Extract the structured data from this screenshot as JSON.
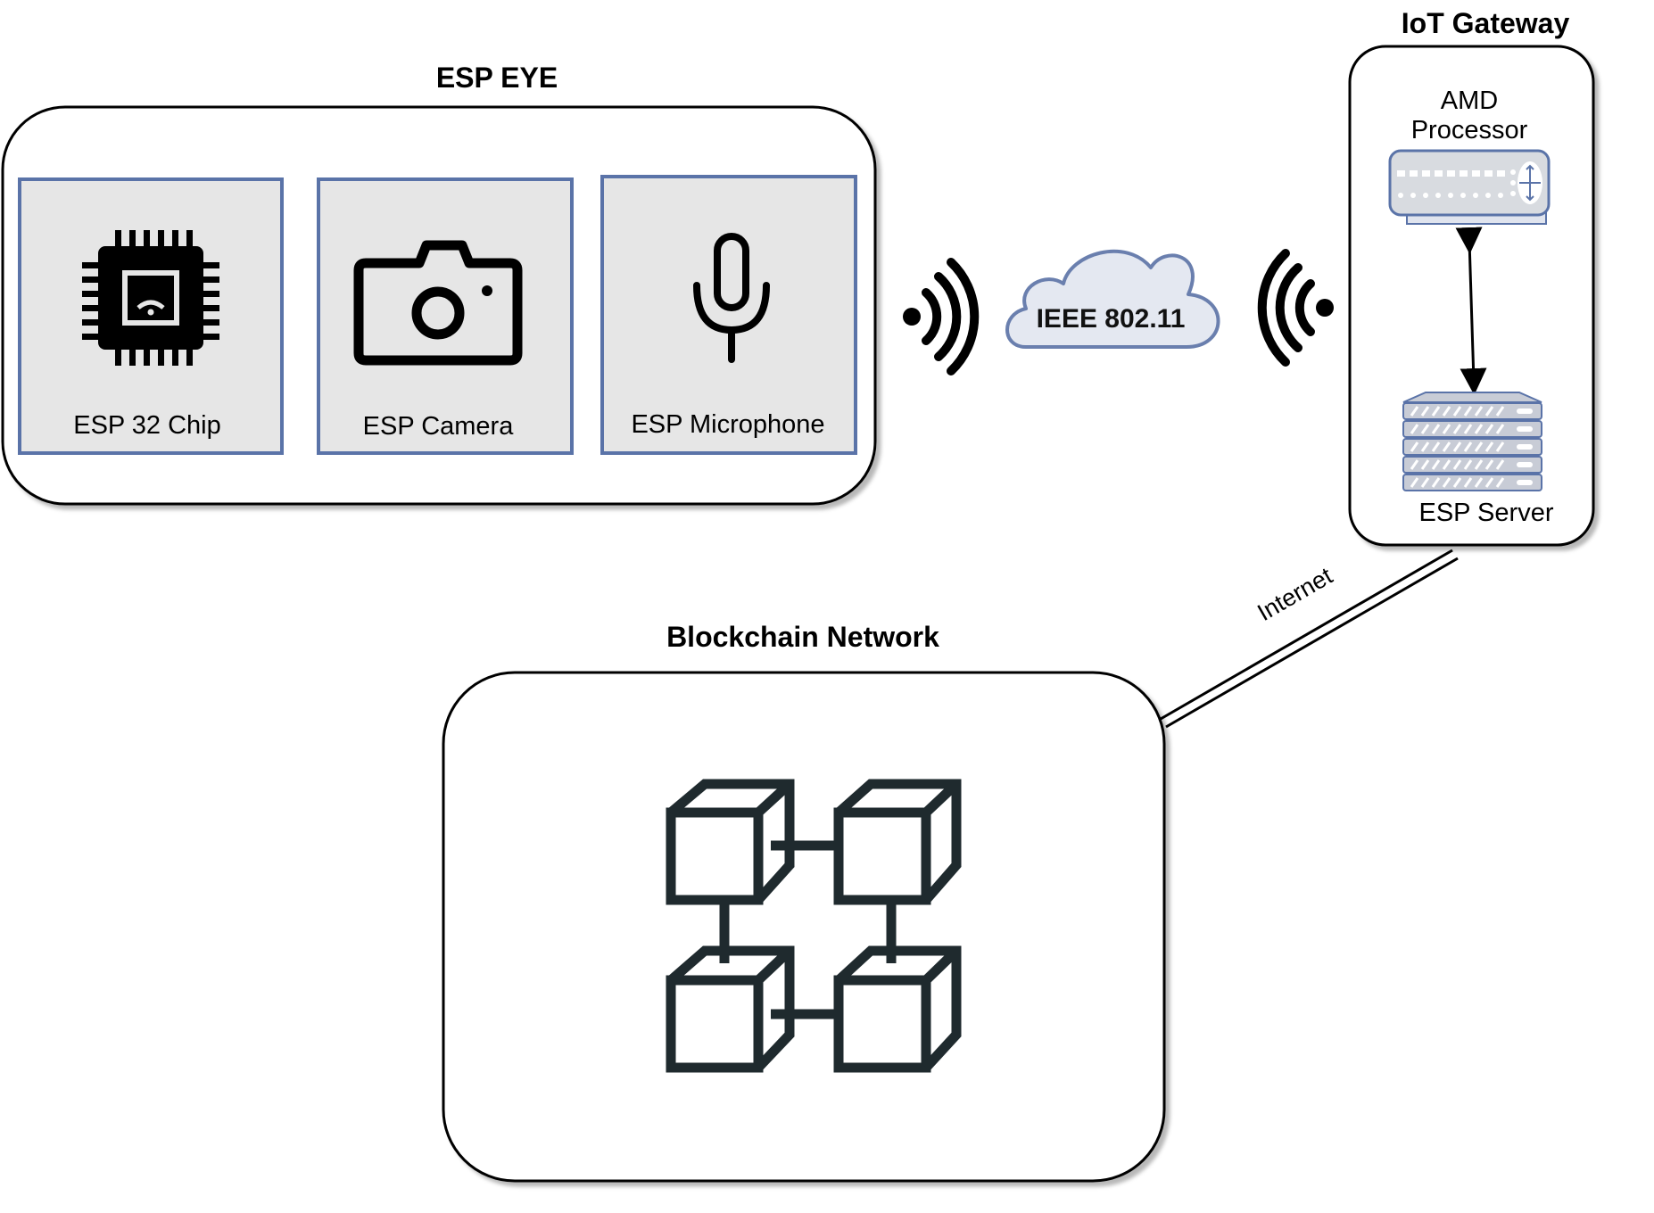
{
  "esp_eye": {
    "title": "ESP EYE",
    "components": [
      {
        "label": "ESP 32 Chip",
        "icon": "chip-icon"
      },
      {
        "label": "ESP Camera",
        "icon": "camera-icon"
      },
      {
        "label": "ESP Microphone",
        "icon": "microphone-icon"
      }
    ]
  },
  "wireless": {
    "cloud_label": "IEEE 802.11",
    "left_signal_icon": "wifi-signal-icon",
    "right_signal_icon": "wifi-signal-icon"
  },
  "gateway": {
    "title": "IoT Gateway",
    "processor_label": "AMD\nProcessor",
    "processor_line1": "AMD",
    "processor_line2": "Processor",
    "server_label": "ESP Server",
    "processor_icon": "router-icon",
    "server_icon": "server-rack-icon"
  },
  "connection": {
    "internet_label": "Internet"
  },
  "blockchain": {
    "title": "Blockchain Network",
    "icon": "blockchain-icon"
  },
  "colors": {
    "component_border": "#5a73a8",
    "component_fill": "#e6e6e6",
    "cloud_stroke": "#6a7fae",
    "cloud_fill": "#e4e8f1",
    "icon_dark": "#1f2a2e"
  }
}
